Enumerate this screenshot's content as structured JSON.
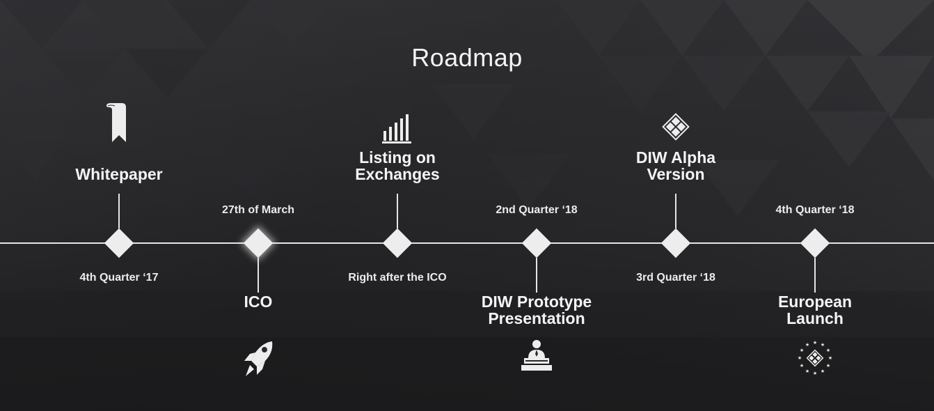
{
  "page": {
    "title": "Roadmap"
  },
  "milestones": [
    {
      "heading": "Whitepaper",
      "date": "4th Quarter ‘17",
      "icon": "bookmark-icon"
    },
    {
      "heading": "ICO",
      "date": "27th of March",
      "icon": "rocket-icon"
    },
    {
      "heading": "Listing on\nExchanges",
      "date": "Right after the ICO",
      "icon": "bar-chart-icon"
    },
    {
      "heading": "DIW Prototype\nPresentation",
      "date": "2nd Quarter ‘18",
      "icon": "podium-speaker-icon"
    },
    {
      "heading": "DIW Alpha\nVersion",
      "date": "3rd Quarter ‘18",
      "icon": "diamond-grid-icon"
    },
    {
      "heading": "European\nLaunch",
      "date": "4th Quarter ‘18",
      "icon": "eu-stars-icon"
    }
  ],
  "colors": {
    "background": "#262628",
    "line": "#e6e6e6",
    "text": "#f4f4f4"
  }
}
